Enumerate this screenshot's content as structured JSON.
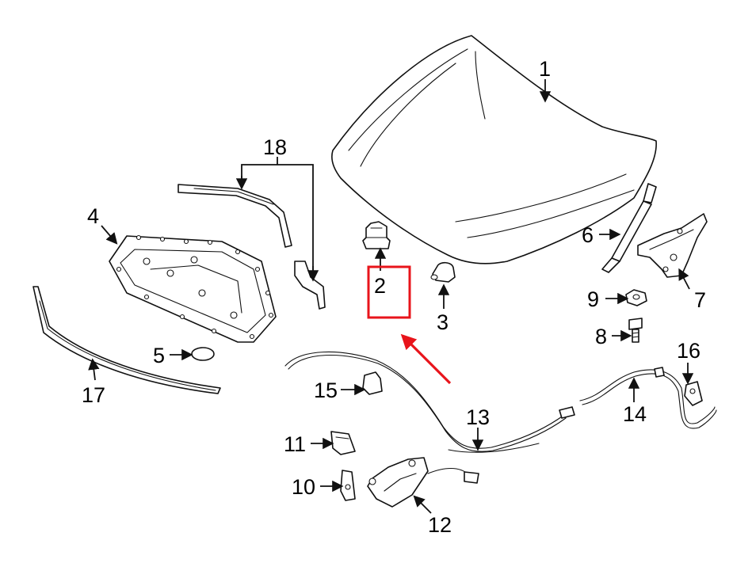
{
  "colors": {
    "line": "#111111",
    "highlight": "#e8141b",
    "background": "#ffffff"
  },
  "callouts": [
    {
      "id": "1",
      "label": "1"
    },
    {
      "id": "2",
      "label": "2"
    },
    {
      "id": "3",
      "label": "3"
    },
    {
      "id": "4",
      "label": "4"
    },
    {
      "id": "5",
      "label": "5"
    },
    {
      "id": "6",
      "label": "6"
    },
    {
      "id": "7",
      "label": "7"
    },
    {
      "id": "8",
      "label": "8"
    },
    {
      "id": "9",
      "label": "9"
    },
    {
      "id": "10",
      "label": "10"
    },
    {
      "id": "11",
      "label": "11"
    },
    {
      "id": "12",
      "label": "12"
    },
    {
      "id": "13",
      "label": "13"
    },
    {
      "id": "14",
      "label": "14"
    },
    {
      "id": "15",
      "label": "15"
    },
    {
      "id": "16",
      "label": "16"
    },
    {
      "id": "17",
      "label": "17"
    },
    {
      "id": "18",
      "label": "18"
    }
  ],
  "highlighted_part": "2"
}
